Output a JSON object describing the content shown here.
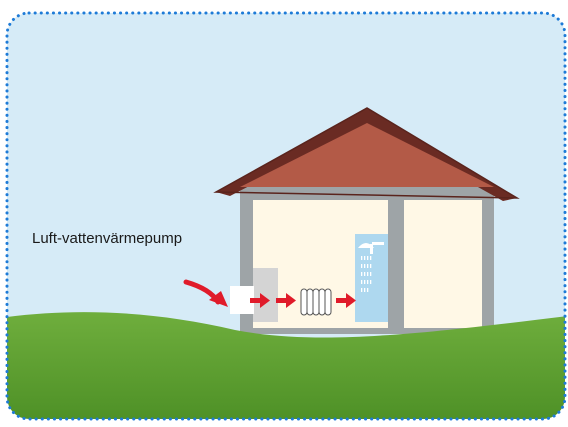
{
  "diagram": {
    "label": "Luft-vattenvärmepump"
  },
  "colors": {
    "sky": "#d6ebf7",
    "frame_dots": "#1e7bd7",
    "grass": "#6aa83a",
    "grass_dark": "#4a8f24",
    "roof": "#b55a47",
    "roof_edge": "#6a2b23",
    "wall": "#9da3a6",
    "interior": "#fff8e5",
    "arrow": "#e01b2a",
    "shower_panel": "#aed8ef",
    "unit_white": "#ffffff",
    "unit_grey": "#d2d2d2"
  },
  "icons": [
    "house",
    "heat-pump-unit",
    "radiator-icon",
    "shower-icon",
    "flow-arrow"
  ]
}
